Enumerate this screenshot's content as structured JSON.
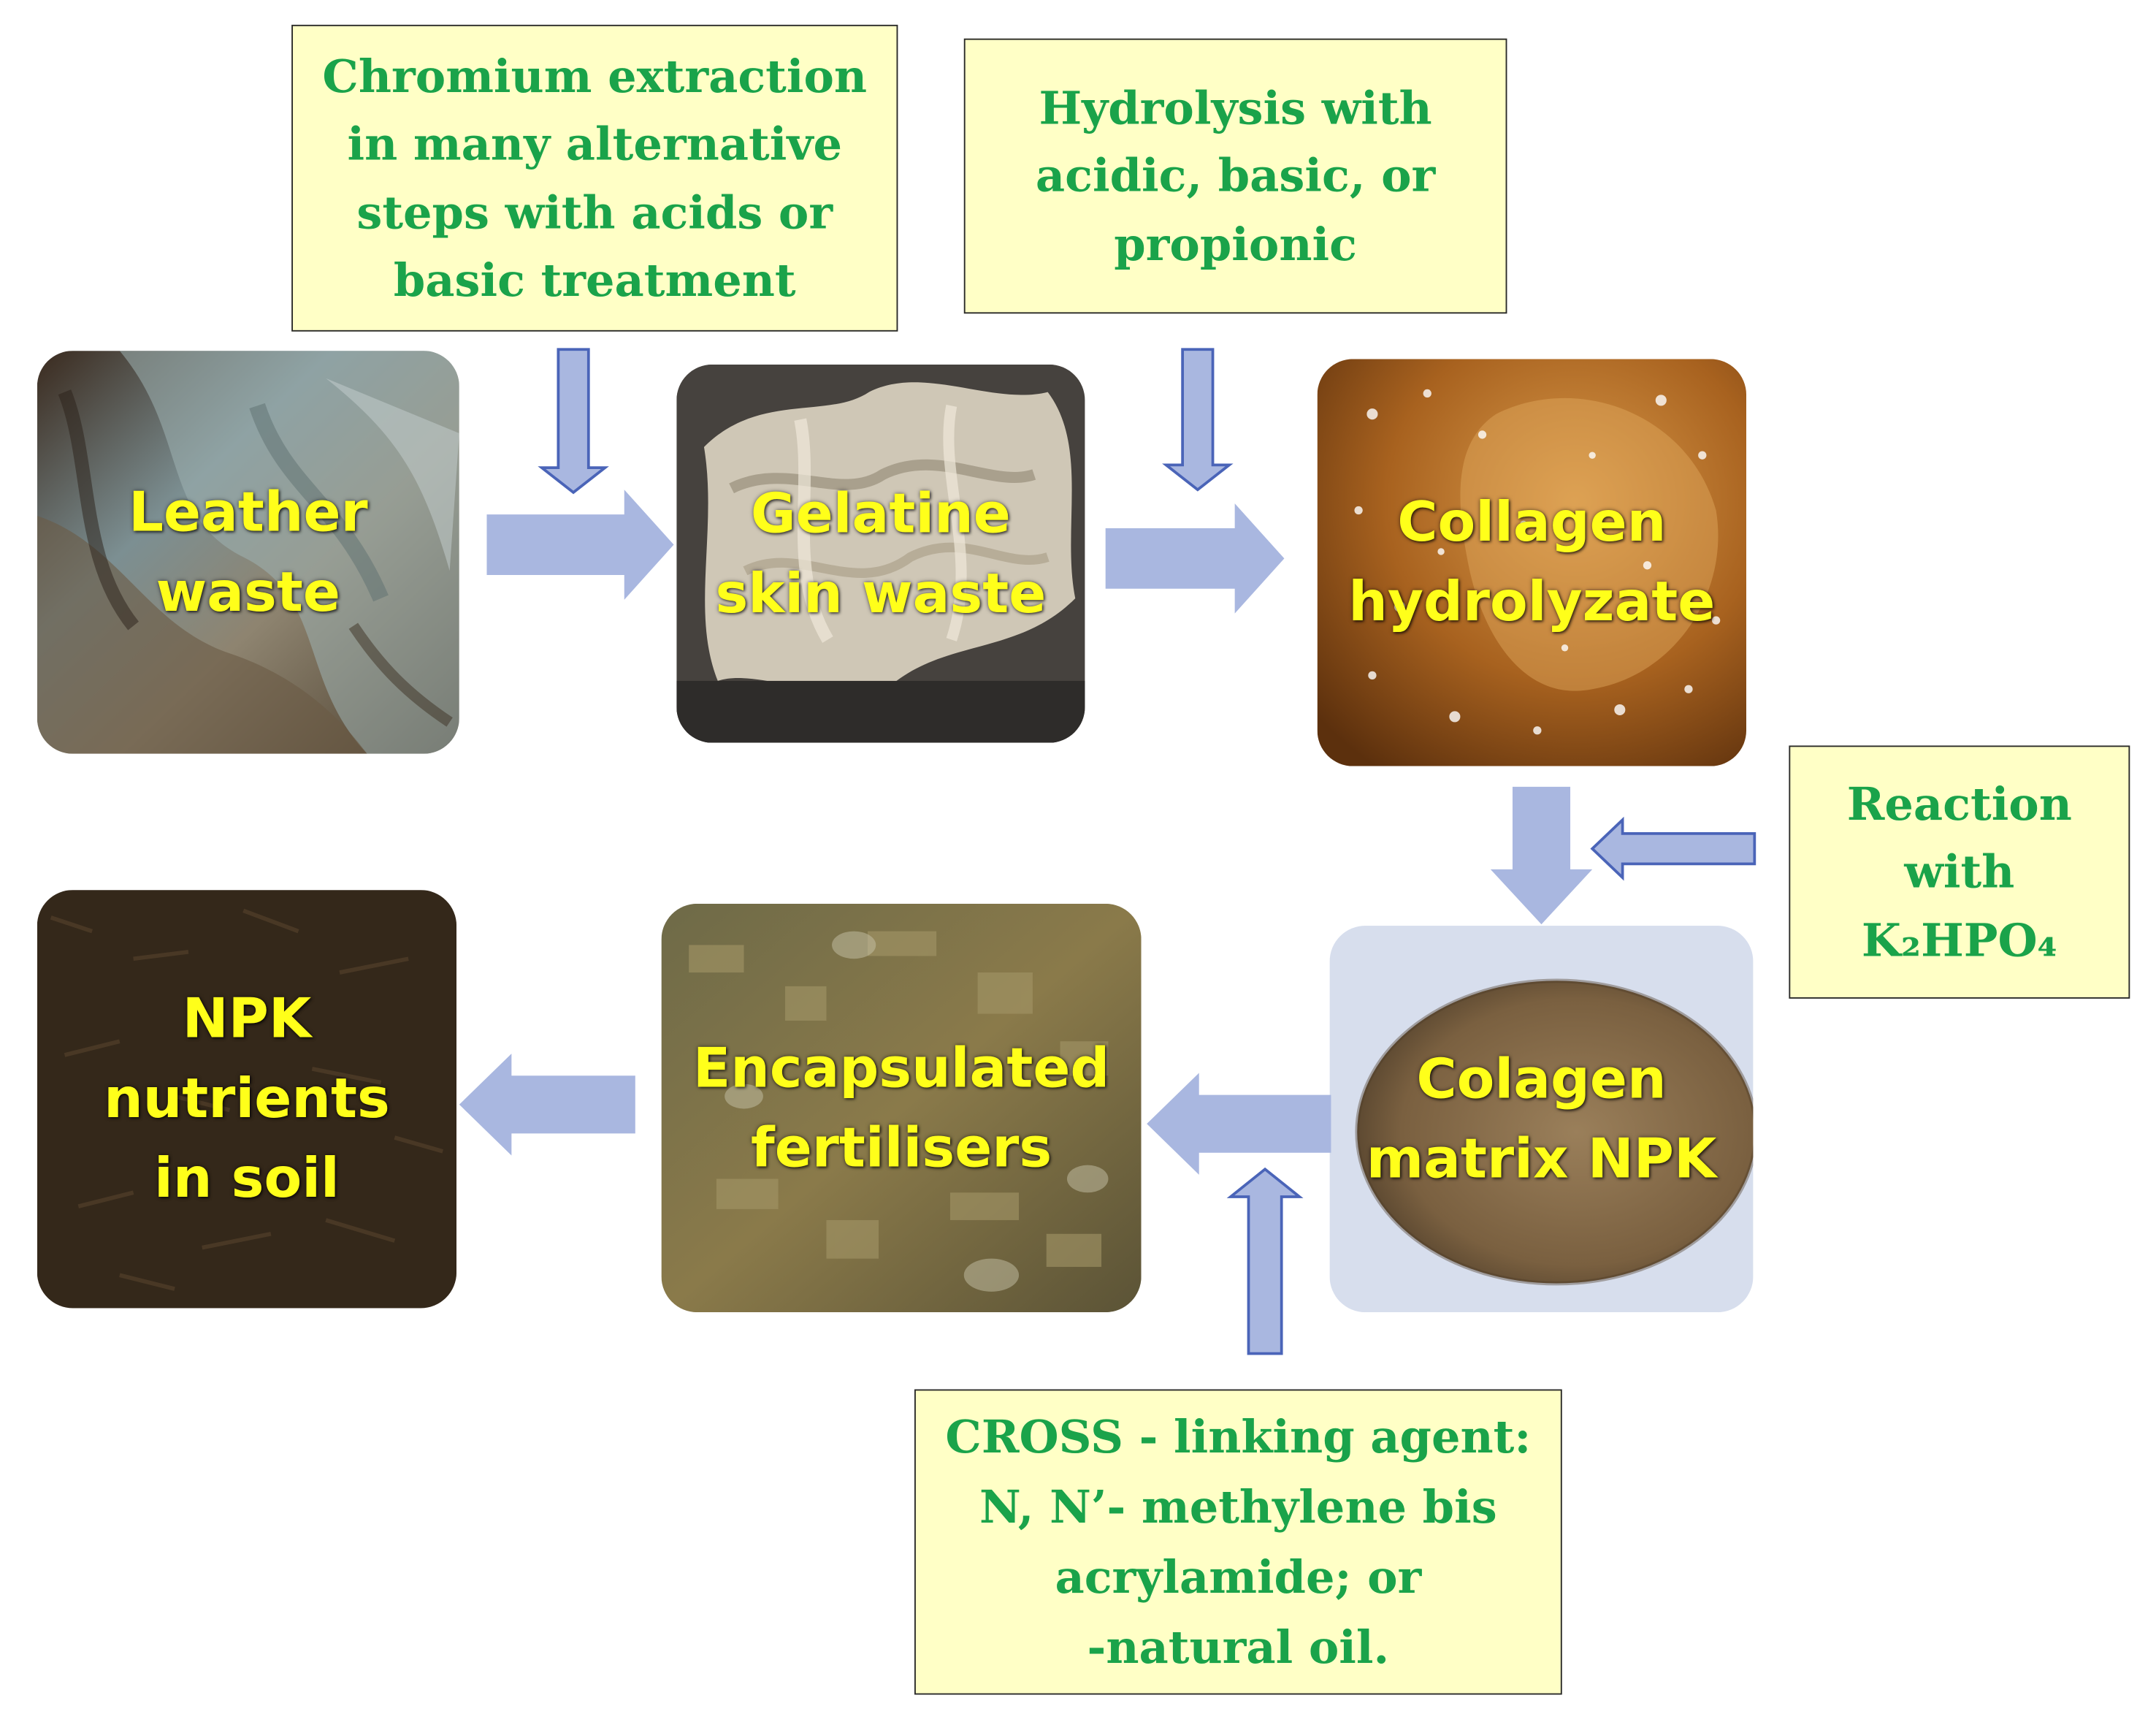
{
  "notes": {
    "chromium": [
      "Chromium extraction",
      "in many alternative",
      "steps with acids or",
      "basic treatment"
    ],
    "hydrolysis": [
      "Hydrolysis with",
      "acidic, basic, or",
      "propionic"
    ],
    "reaction": [
      "Reaction",
      "with",
      "K₂HPO₄"
    ],
    "crosslink": [
      "CROSS - linking agent:",
      "N, N’- methylene bis",
      "acrylamide; or",
      "-natural oil."
    ]
  },
  "stages": {
    "leather_waste": [
      "Leather",
      "waste"
    ],
    "gelatine_skin_waste": [
      "Gelatine",
      "skin waste"
    ],
    "collagen_hydrolyzate": [
      "Collagen",
      "hydrolyzate"
    ],
    "colagen_matrix_npk": [
      "Colagen",
      "matrix NPK"
    ],
    "encapsulated_fertilisers": [
      "Encapsulated",
      "fertilisers"
    ],
    "npk_nutrients_in_soil": [
      "NPK",
      "nutrients",
      "in soil"
    ]
  },
  "colors": {
    "note_fill": "#ffffc6",
    "note_text": "#1aa34a",
    "label_text": "#ffff1a",
    "arrow_fill": "#a9b7e0",
    "arrow_outline": "#4a64b8"
  }
}
